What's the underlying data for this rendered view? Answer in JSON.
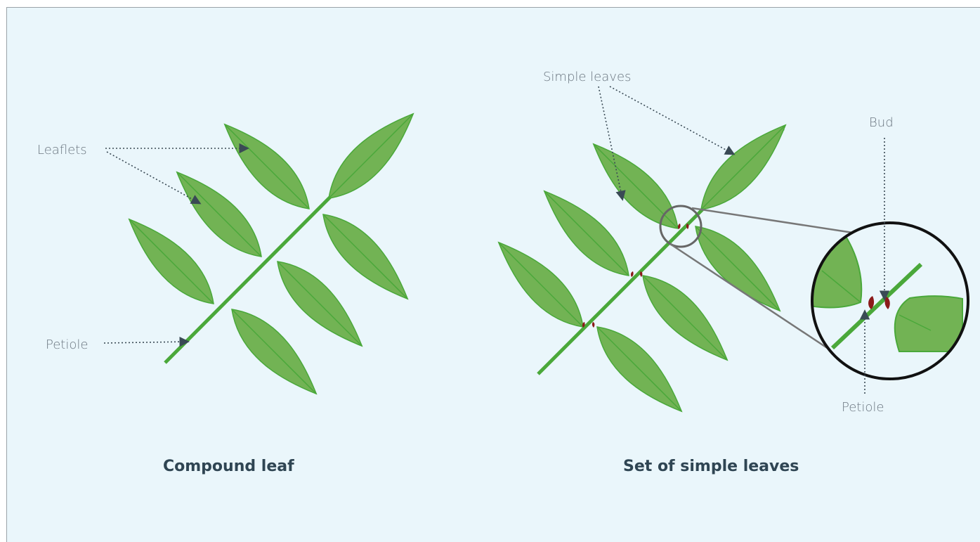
{
  "labels": {
    "leaflets": "Leaflets",
    "petiole_left": "Petiole",
    "simple_leaves": "Simple leaves",
    "bud": "Bud",
    "petiole_right": "Petiole"
  },
  "captions": {
    "compound": "Compound leaf",
    "simple": "Set of simple leaves"
  },
  "colors": {
    "background": "#eaf6fb",
    "leaf_fill": "#72b354",
    "leaf_stroke": "#4aa83a",
    "stem": "#4aa83a",
    "bud": "#8b1a1a",
    "pointer": "#3a4a55",
    "text": "#6b7680",
    "caption": "#2f4553"
  }
}
